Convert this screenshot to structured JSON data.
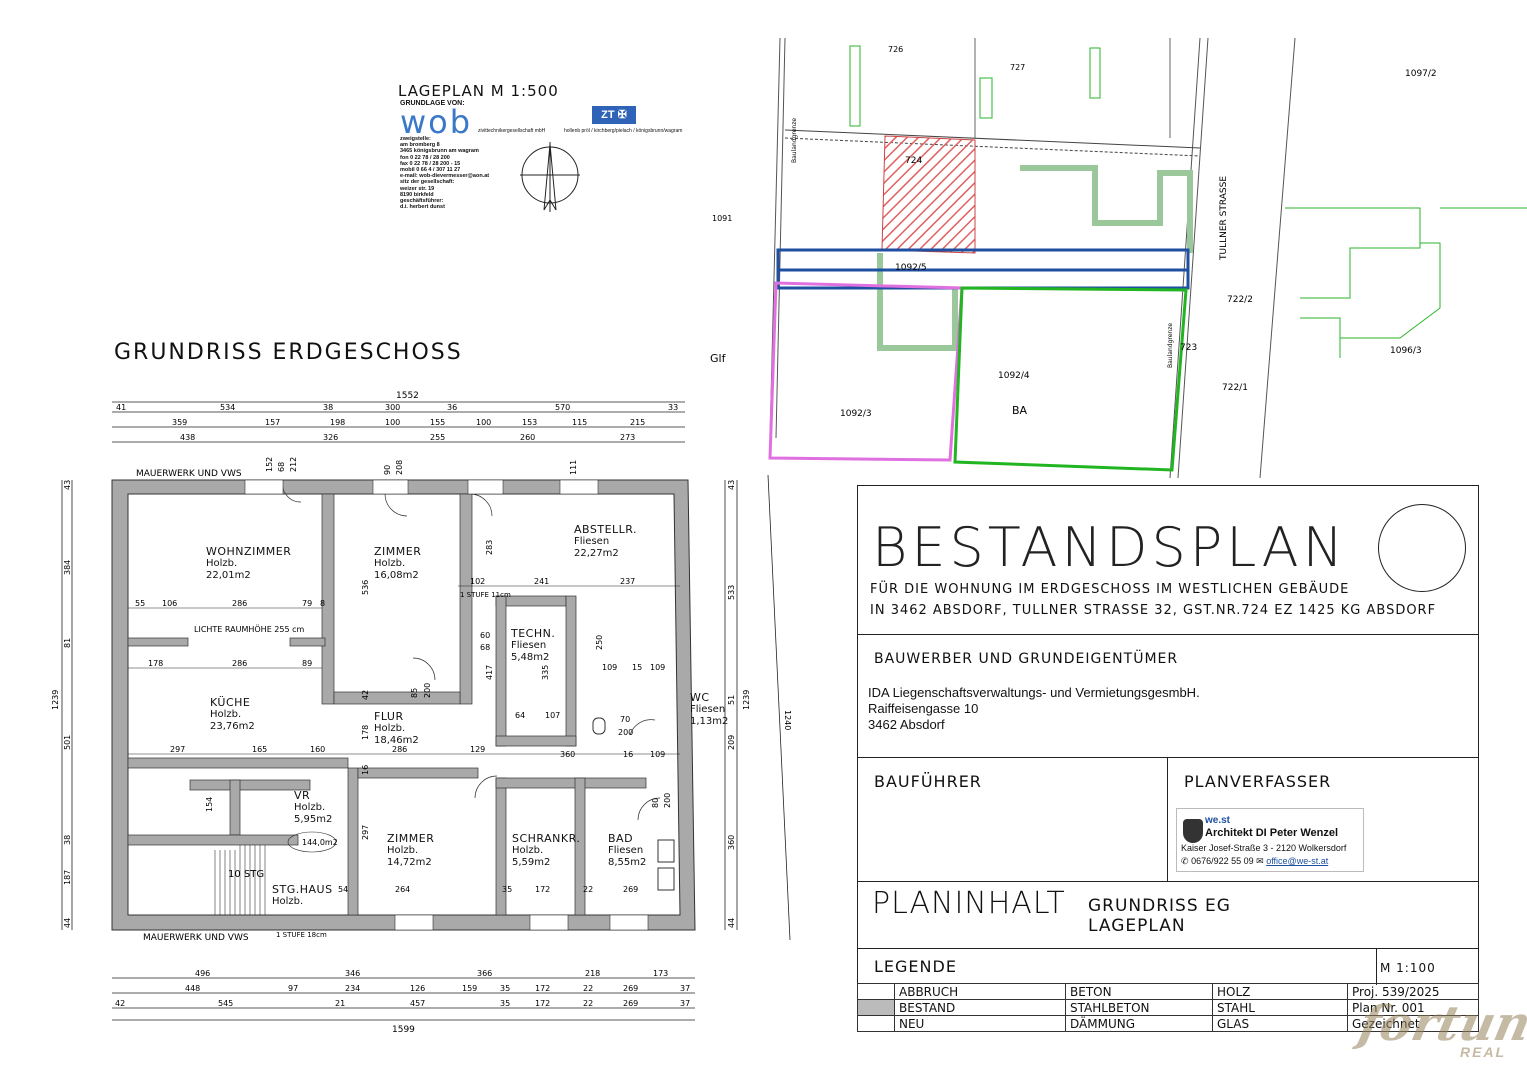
{
  "lageplan": {
    "title": "LAGEPLAN  M 1:500",
    "grundlage": "GRUNDLAGE VON:",
    "wob": "wob",
    "company": "zivittechnikergesellschaft mbH",
    "zt_cities": "hollenb pröl / kirchberg/pielach / königsbrunn/wagram",
    "address_lines": [
      "zweigstelle:",
      "am bromberg 8",
      "3465 königsbrunn am wagram",
      "fon 0 22 78 / 28 200",
      "fax 0 22 78 / 28 200 - 15",
      "mobil 0 66 4 / 307 11 27",
      "e-mail: wob-dievermesser@aon.at",
      "sitz der gesellschaft:",
      "weizer str. 19",
      "8190 birkfeld",
      "geschäftsführer:",
      "d.i. herbert dunst"
    ],
    "parcels": [
      "726",
      "727",
      "1097/2",
      "724",
      "1091",
      "1092/5",
      "722/2",
      "1092/4",
      "1092/3",
      "722/1",
      "1096/3",
      "723"
    ],
    "street": "TULLNER STRASSE",
    "baulandgrenze": "Baulandgrenze",
    "glf": "Glf",
    "ba": "BA"
  },
  "grundriss": {
    "title": "GRUNDRISS  ERDGESCHOSS",
    "mauerwerk_top": "MAUERWERK UND VWS",
    "mauerwerk_bottom": "MAUERWERK UND VWS",
    "raumhoehe": "LICHTE RAUMHÖHE 255 cm",
    "stufe1": "1 STUFE 11cm",
    "stufe2": "1 STUFE 18cm",
    "stg": "10 STG",
    "stair_label": "144,0m2",
    "rooms": [
      {
        "name": "WOHNZIMMER",
        "floor": "Holzb.",
        "area": "22,01m2"
      },
      {
        "name": "ZIMMER",
        "floor": "Holzb.",
        "area": "16,08m2"
      },
      {
        "name": "ABSTELLR.",
        "floor": "Fliesen",
        "area": "22,27m2"
      },
      {
        "name": "TECHN.",
        "floor": "Fliesen",
        "area": "5,48m2"
      },
      {
        "name": "KÜCHE",
        "floor": "Holzb.",
        "area": "23,76m2"
      },
      {
        "name": "FLUR",
        "floor": "Holzb.",
        "area": "18,46m2"
      },
      {
        "name": "WC",
        "floor": "Fliesen",
        "area": "1,13m2"
      },
      {
        "name": "VR",
        "floor": "Holzb.",
        "area": "5,95m2"
      },
      {
        "name": "ZIMMER",
        "floor": "Holzb.",
        "area": "14,72m2"
      },
      {
        "name": "SCHRANKR.",
        "floor": "Holzb.",
        "area": "5,59m2"
      },
      {
        "name": "BAD",
        "floor": "Fliesen",
        "area": "8,55m2"
      },
      {
        "name": "STG.HAUS",
        "floor": "Holzb.",
        "area": ""
      }
    ],
    "dims_top": {
      "overall": "1552",
      "row1": [
        "41",
        "534",
        "38",
        "300",
        "36",
        "570",
        "33"
      ],
      "row2": [
        "359",
        "157",
        "198",
        "100",
        "155",
        "100",
        "153",
        "115",
        "215"
      ],
      "row3": [
        "438",
        "326",
        "255",
        "260",
        "273"
      ]
    },
    "dims_bottom": {
      "row1": [
        "496",
        "346",
        "366",
        "218",
        "173"
      ],
      "row2": [
        "448",
        "97",
        "234",
        "126",
        "159",
        "35",
        "172",
        "22",
        "269",
        "37"
      ],
      "row3": [
        "42",
        "545",
        "21",
        "457",
        "35",
        "172",
        "22",
        "269",
        "37"
      ],
      "overall": "1599"
    },
    "dims_left": {
      "overall": "1239",
      "parts": [
        "43",
        "384",
        "81",
        "501",
        "38",
        "187",
        "44"
      ]
    },
    "dims_right": {
      "overall": "1240",
      "inner": "1239",
      "parts": [
        "43",
        "533",
        "51",
        "209",
        "360",
        "44"
      ]
    },
    "inner_dims": [
      "55",
      "106",
      "286",
      "79",
      "8",
      "178",
      "286",
      "89",
      "297",
      "165",
      "160",
      "286",
      "129",
      "102",
      "241",
      "237",
      "109",
      "15",
      "109",
      "360",
      "16",
      "109",
      "64",
      "107",
      "54",
      "264",
      "35",
      "172",
      "22",
      "269",
      "536",
      "283",
      "417",
      "335",
      "178",
      "297",
      "42",
      "16",
      "85",
      "200",
      "250",
      "60",
      "68",
      "70",
      "200",
      "80",
      "200",
      "154",
      "90",
      "208",
      "111",
      "152",
      "68",
      "212"
    ]
  },
  "titleblock": {
    "title": "BESTANDSPLAN",
    "line1": "FÜR DIE WOHNUNG IM ERDGESCHOSS IM WESTLICHEN GEBÄUDE",
    "line2": "IN 3462 ABSDORF, TULLNER STRASSE 32, GST.NR.724 EZ 1425 KG ABSDORF",
    "bauwerber_label": "BAUWERBER UND GRUNDEIGENTÜMER",
    "bauwerber_name": "IDA Liegenschaftsverwaltungs- und VermietungsgesmbH.",
    "bauwerber_street": "Raiffeisengasse 10",
    "bauwerber_city": "3462 Absdorf",
    "baufuehrer": "BAUFÜHRER",
    "planverfasser": "PLANVERFASSER",
    "arch_brand": "we.st",
    "arch_name": "Architekt DI Peter Wenzel",
    "arch_addr": "Kaiser Josef-Straße 3 - 2120 Wolkersdorf",
    "arch_phone": "0676/922 55 09",
    "arch_mail": "office@we-st.at",
    "planinhalt": "PLANINHALT",
    "inhalt1": "GRUNDRISS EG",
    "inhalt2": "LAGEPLAN",
    "legende": "LEGENDE",
    "scale": "M 1:100",
    "legend_rows": [
      [
        "ABBRUCH",
        "BETON",
        "HOLZ"
      ],
      [
        "BESTAND",
        "STAHLBETON",
        "STAHL"
      ],
      [
        "NEU",
        "DÄMMUNG",
        "GLAS"
      ]
    ],
    "proj": "Proj. 539/2025",
    "plan_nr": "Plan Nr. 001",
    "gezeichnet": "Gezeichnet"
  },
  "watermark": {
    "main": "fortuna",
    "sub": "REAL"
  }
}
